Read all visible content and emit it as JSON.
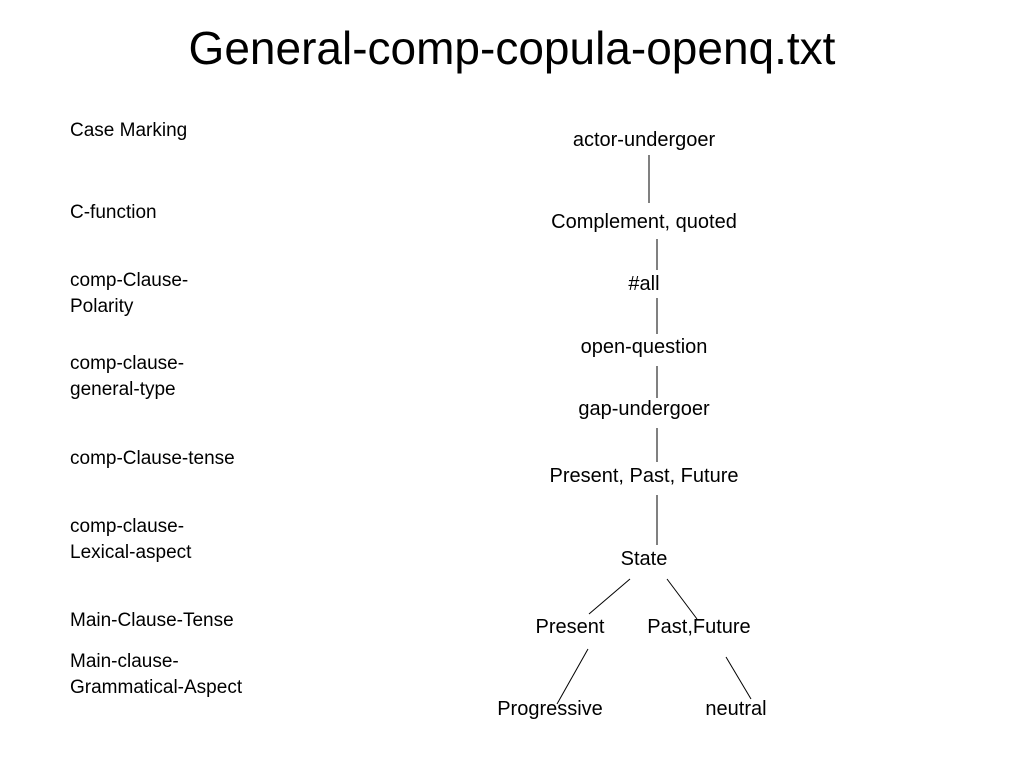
{
  "title": "General-comp-copula-openq.txt",
  "row_labels": [
    "Case Marking",
    "C-function",
    "comp-Clause-\nPolarity",
    "comp-clause-\ngeneral-type",
    "comp-Clause-tense",
    "comp-clause-\nLexical-aspect",
    "Main-Clause-Tense",
    "Main-clause-\nGrammatical-Aspect"
  ],
  "tree": {
    "actor_undergoer": "actor-undergoer",
    "complement_quoted": "Complement, quoted",
    "all": "#all",
    "open_question": "open-question",
    "gap_undergoer": "gap-undergoer",
    "present_past_future": "Present, Past, Future",
    "state": "State",
    "present": "Present",
    "past_future": "Past,Future",
    "progressive": "Progressive",
    "neutral": "neutral"
  }
}
